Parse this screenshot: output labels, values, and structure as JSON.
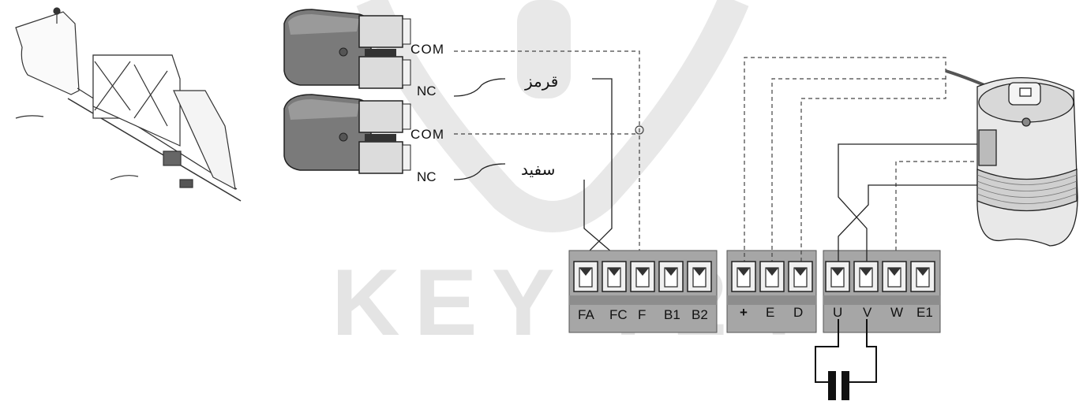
{
  "watermark": {
    "text": "KEY 724",
    "color": "#e0e0e0"
  },
  "switches": [
    {
      "com_label": "COM",
      "nc_label": "NC",
      "wire_label": "قرمز"
    },
    {
      "com_label": "COM",
      "nc_label": "NC",
      "wire_label": "سفید"
    }
  ],
  "terminal_blocks": [
    {
      "terminals": [
        "FA",
        "FC",
        "F",
        "B1",
        "B2"
      ]
    },
    {
      "terminals": [
        "+",
        "E",
        "D"
      ]
    },
    {
      "terminals": [
        "U",
        "V",
        "W",
        "E1"
      ]
    }
  ],
  "colors": {
    "block_fill": "#a6a6a6",
    "block_shade": "#8d8d8d",
    "line": "#222222",
    "dashed": "#444444"
  }
}
